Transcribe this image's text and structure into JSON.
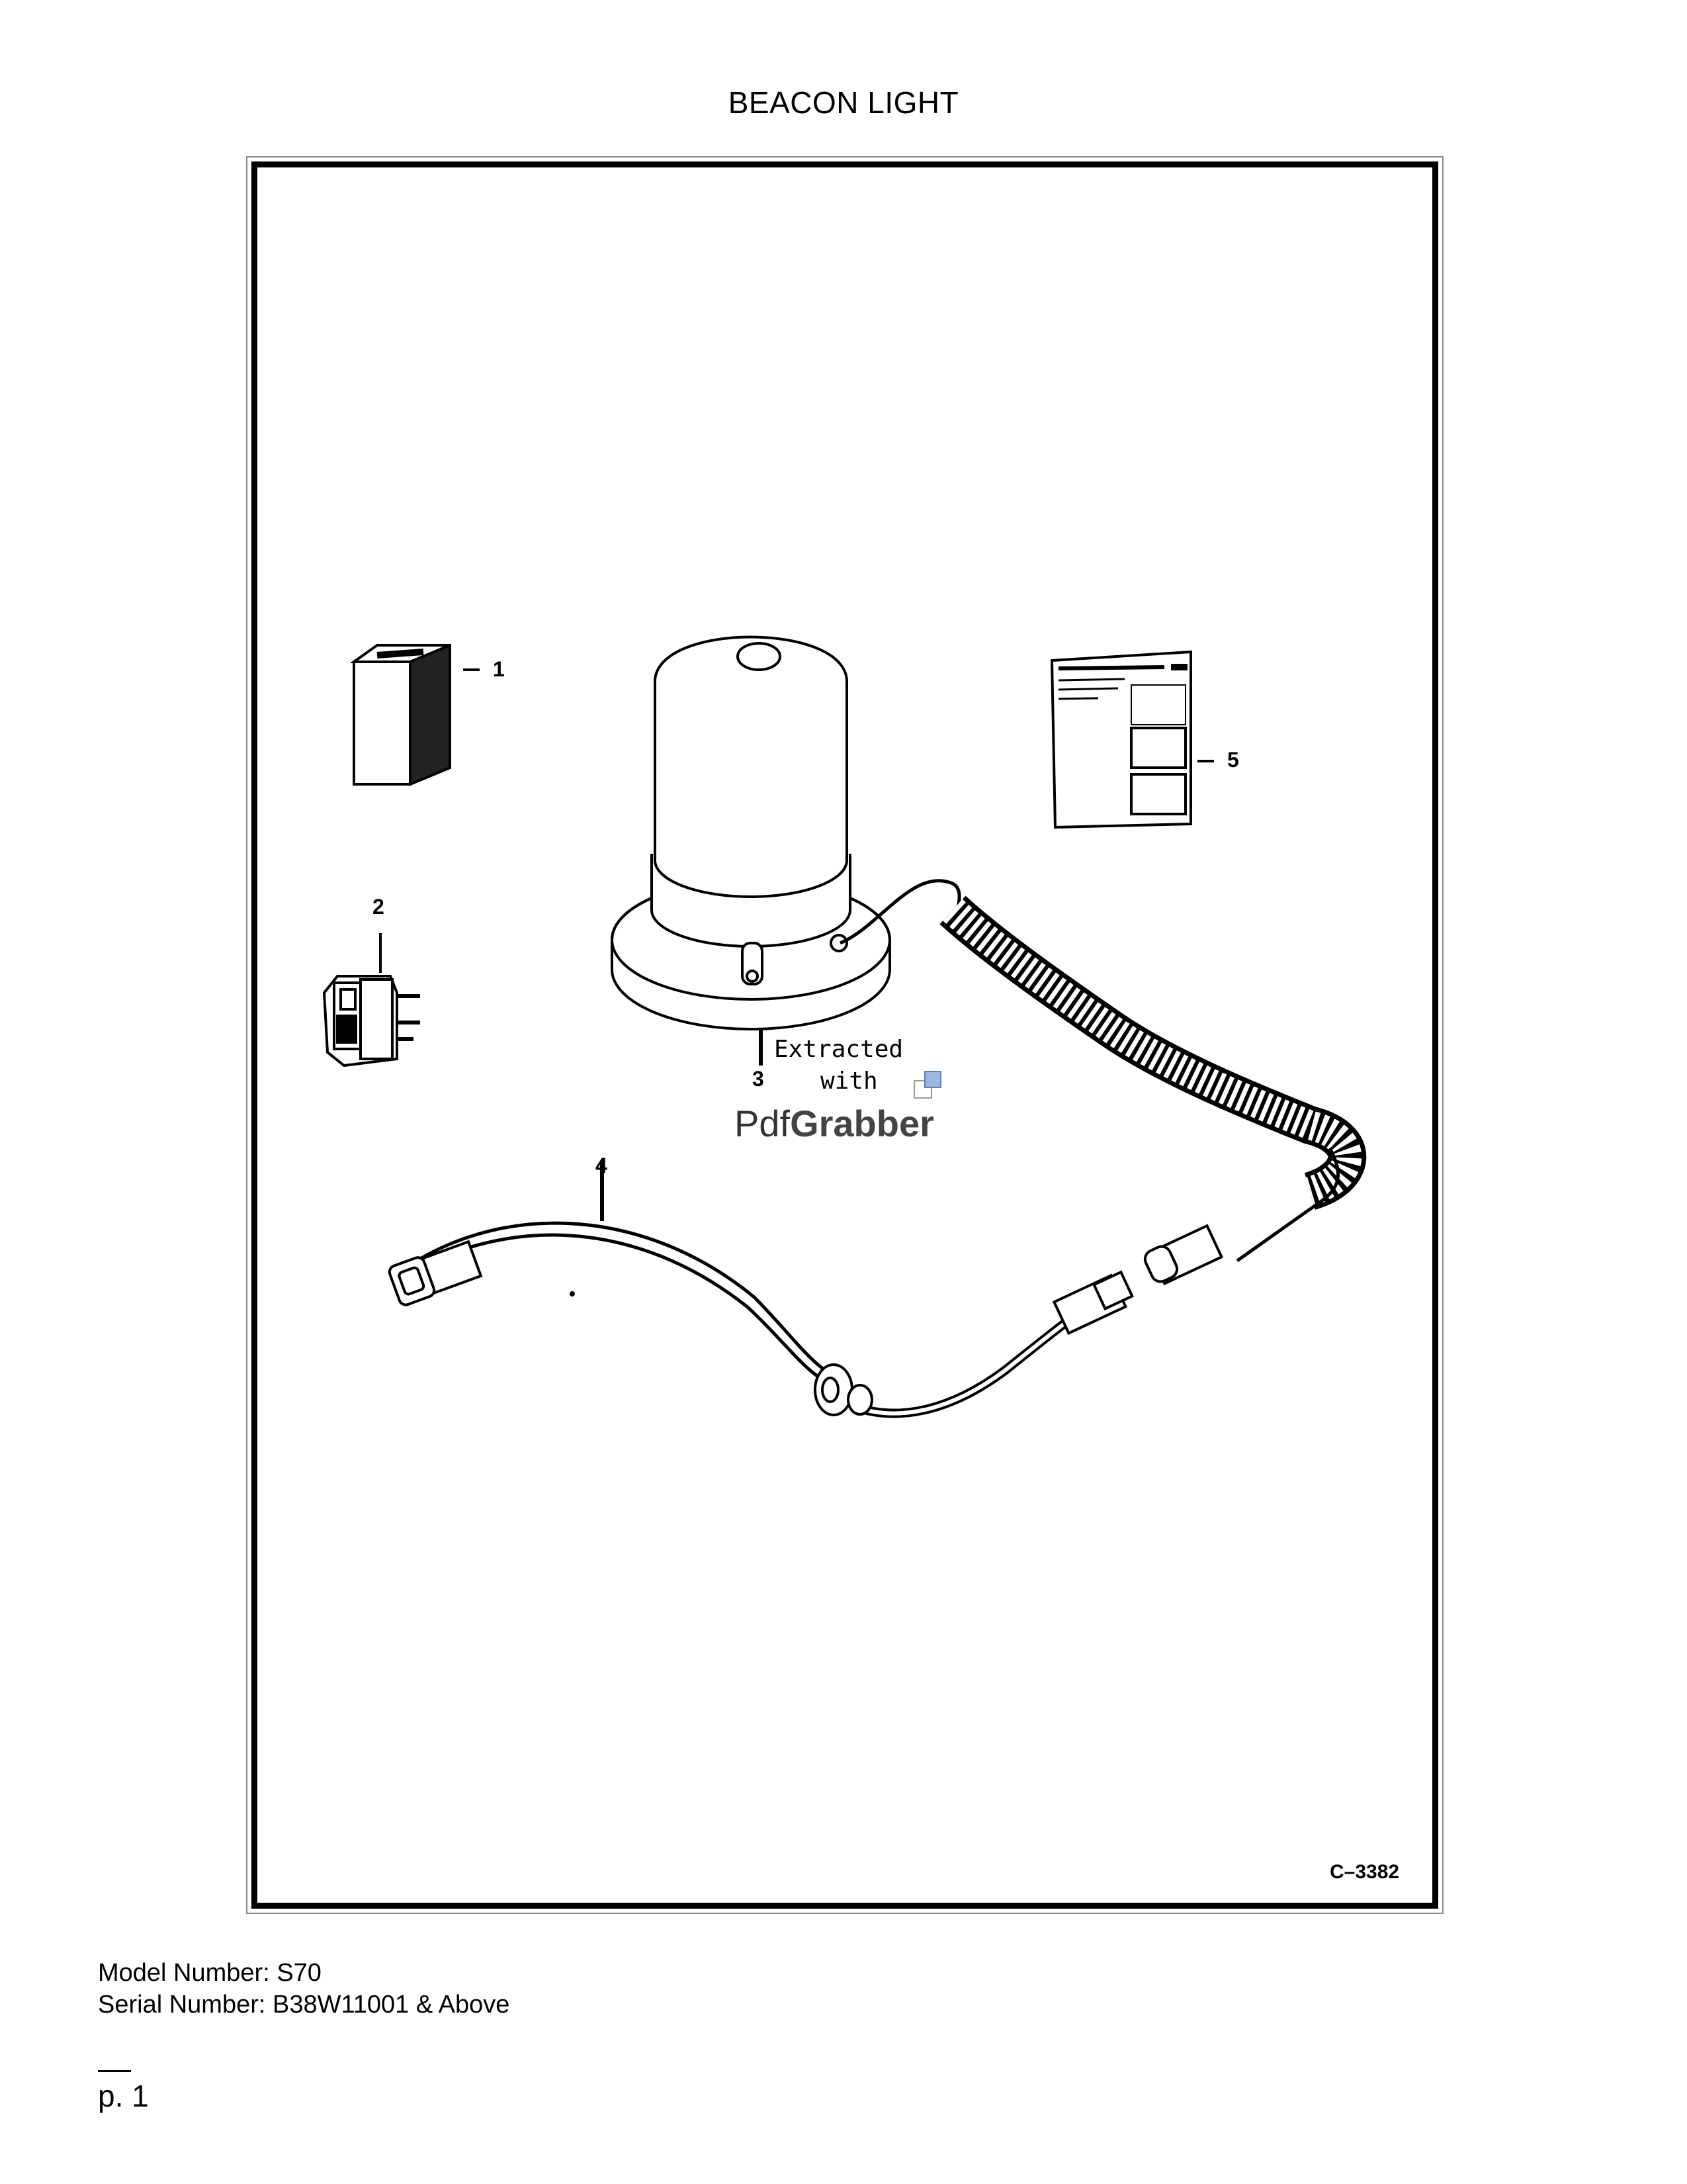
{
  "page": {
    "title": "BEACON LIGHT",
    "figure_code": "C–3382",
    "footer": {
      "model_number": "Model Number: S70",
      "serial_number": "Serial Number: B38W11001 & Above",
      "page_number": "p. 1"
    }
  },
  "callouts": [
    {
      "label": "1"
    },
    {
      "label": "2"
    },
    {
      "label": "3"
    },
    {
      "label": "4"
    },
    {
      "label": "5"
    }
  ],
  "watermark": {
    "line1": "Extracted",
    "line2": "with",
    "brand_light": "Pdf",
    "brand_bold": "Grabber"
  }
}
